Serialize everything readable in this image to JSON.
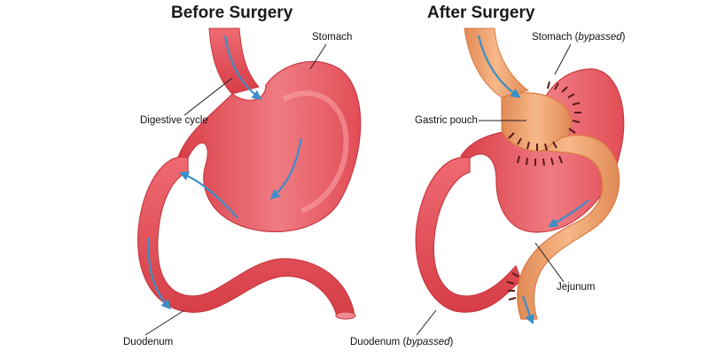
{
  "titles": {
    "before": "Before Surgery",
    "after": "After Surgery"
  },
  "labels": {
    "stomach": "Stomach",
    "digestive_cycle": "Digestive cycle",
    "duodenum": "Duodenum",
    "stomach_bypassed_main": "Stomach (",
    "stomach_bypassed_em": "bypassed",
    "stomach_bypassed_end": ")",
    "gastric_pouch": "Gastric pouch",
    "jejunum": "Jejunum",
    "duodenum_bypassed_main": "Duodenum (",
    "duodenum_bypassed_em": "bypassed",
    "duodenum_bypassed_end": ")"
  },
  "colors": {
    "tissue": "#e8505b",
    "tissue_light": "#f48a8f",
    "tissue_dark": "#c9383f",
    "intestine": "#e44b55",
    "jejunum": "#f0a070",
    "jejunum_dark": "#d97b45",
    "arrow": "#3a8fc8",
    "staple": "#5a1a1a",
    "leader": "#222222"
  }
}
